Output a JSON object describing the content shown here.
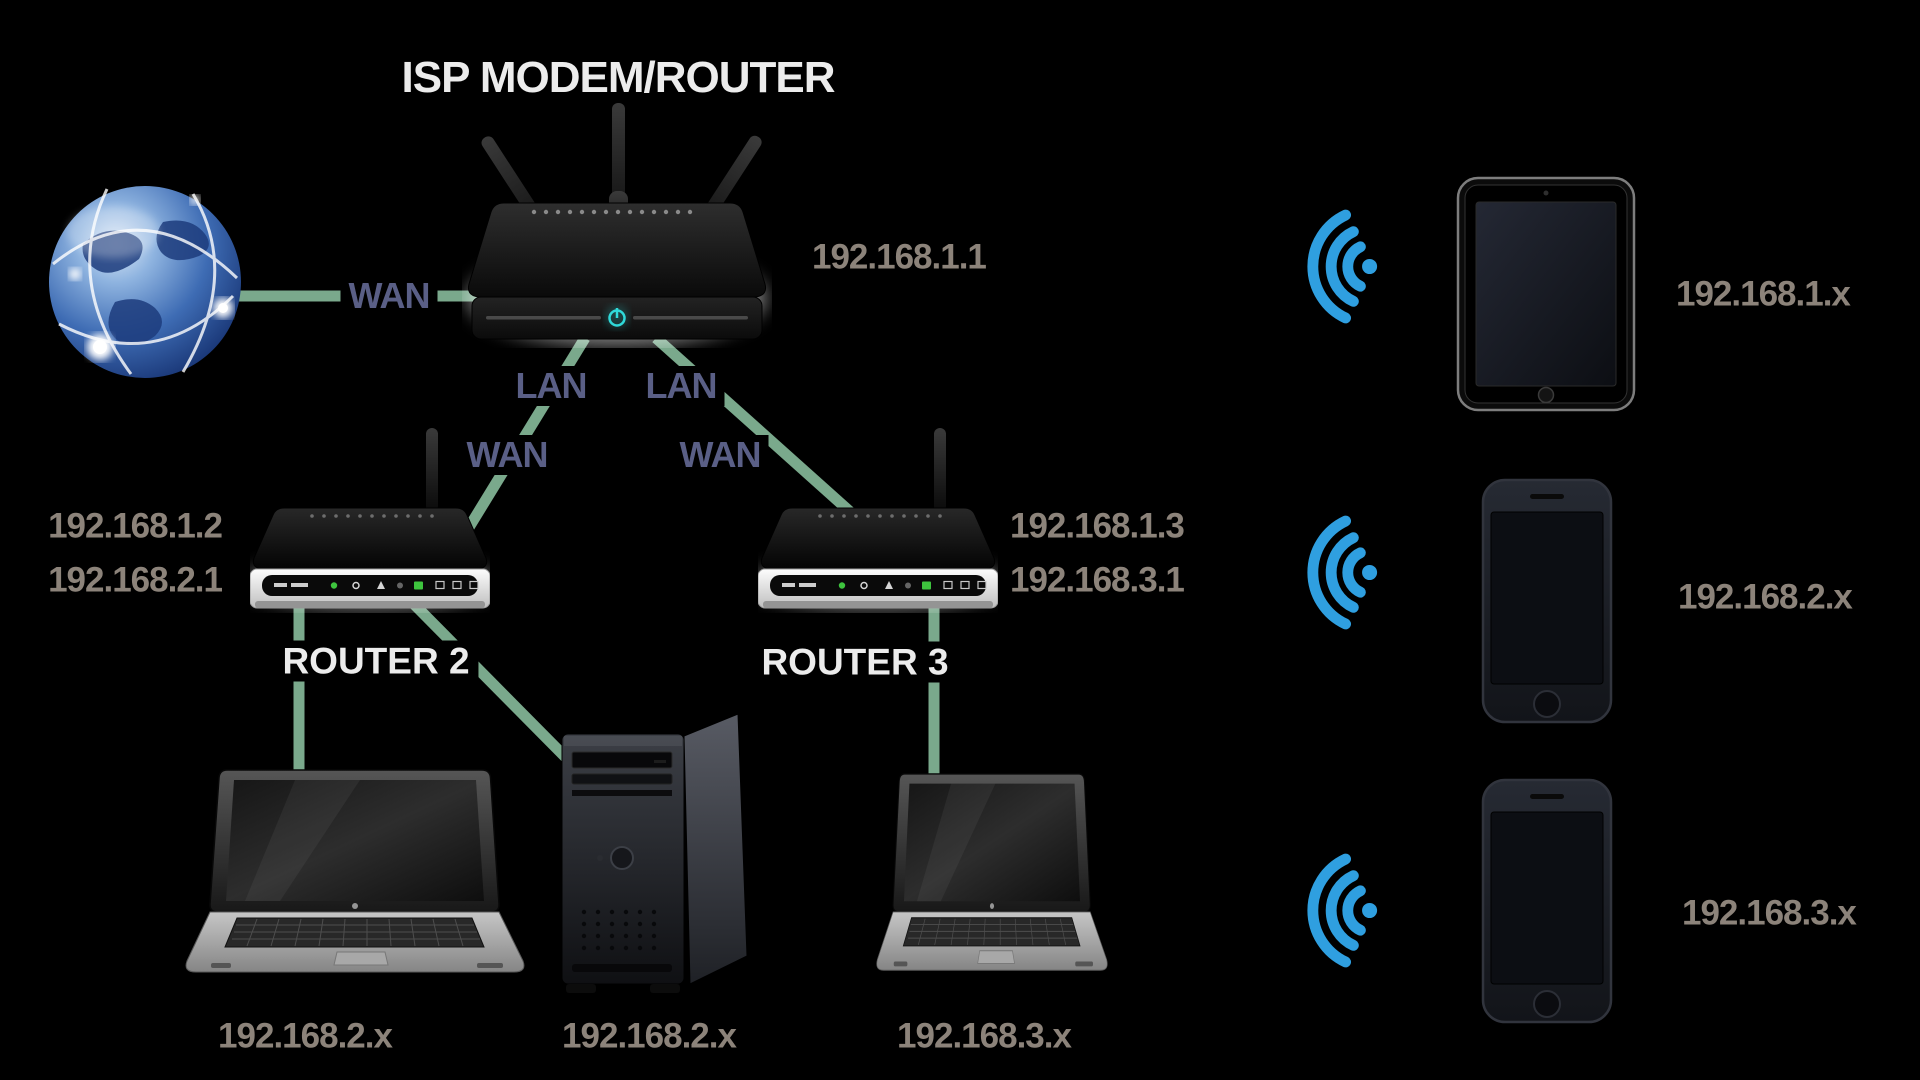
{
  "colors": {
    "background": "#000000",
    "link_line_green": "#7aa98c",
    "link_label_slate": "#5a5f86",
    "ip_text_gray": "#8c837a",
    "device_label_white": "#ececec",
    "wifi_blue": "#2f9fe0",
    "power_led_cyan": "#2fd9d9",
    "led_green": "#3ec43e"
  },
  "icons": {
    "internet": "globe-icon",
    "wireless": "wifi-icon",
    "power": "power-icon"
  },
  "header": {
    "title": "ISP MODEM/ROUTER"
  },
  "links": {
    "internet_wan": "WAN",
    "lan_to_router2": "LAN",
    "lan_to_router3": "LAN",
    "wan_router2": "WAN",
    "wan_router3": "WAN"
  },
  "devices": {
    "isp_router": {
      "ip": "192.168.1.1"
    },
    "router2": {
      "label": "ROUTER 2",
      "wan_ip": "192.168.1.2",
      "lan_ip": "192.168.2.1"
    },
    "router3": {
      "label": "ROUTER 3",
      "wan_ip": "192.168.1.3",
      "lan_ip": "192.168.3.1"
    },
    "laptop_left": {
      "subnet": "192.168.2.x"
    },
    "desktop": {
      "subnet": "192.168.2.x"
    },
    "laptop_right": {
      "subnet": "192.168.3.x"
    },
    "tablet": {
      "subnet": "192.168.1.x"
    },
    "phone_middle": {
      "subnet": "192.168.2.x"
    },
    "phone_bottom": {
      "subnet": "192.168.3.x"
    }
  }
}
